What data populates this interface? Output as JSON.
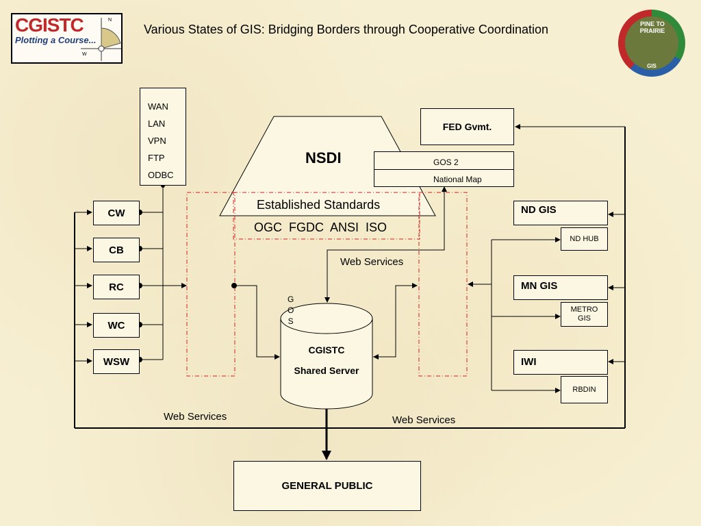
{
  "header": {
    "title": "Various States of GIS: Bridging Borders through Cooperative Coordination",
    "logo_left_text": "CGISTC",
    "logo_left_subtext": "Plotting a Course...",
    "logo_right_text": "PINE TO PRAIRIE",
    "logo_right_subtext": "GIS"
  },
  "protocols": [
    "WAN",
    "LAN",
    "VPN",
    "FTP",
    "ODBC"
  ],
  "nsdi": {
    "title": "NSDI",
    "standards_label": "Established Standards",
    "standards_list": "OGC  FGDC  ANSI  ISO"
  },
  "fed": {
    "title": "FED Gvmt.",
    "gos2": "GOS 2",
    "national_map": "National Map"
  },
  "left_nodes": [
    "CW",
    "CB",
    "RC",
    "WC",
    "WSW"
  ],
  "right_nodes": [
    {
      "title": "ND GIS",
      "sub": "ND HUB"
    },
    {
      "title": "MN GIS",
      "sub": "METRO GIS"
    },
    {
      "title": "IWI",
      "sub": "RBDIN"
    }
  ],
  "server": {
    "gos_letters": [
      "G",
      "O",
      "S"
    ],
    "line1": "CGISTC",
    "line2": "Shared Server"
  },
  "web_services": {
    "top": "Web Services",
    "bottom_left": "Web Services",
    "bottom_right": "Web Services"
  },
  "public": {
    "title": "GENERAL PUBLIC"
  },
  "colors": {
    "background": "#f7efd2",
    "dashed_red": "#d02020",
    "logo_red": "#c0282a",
    "logo_blue": "#2a5fa8",
    "logo_green": "#2f8a3a"
  }
}
